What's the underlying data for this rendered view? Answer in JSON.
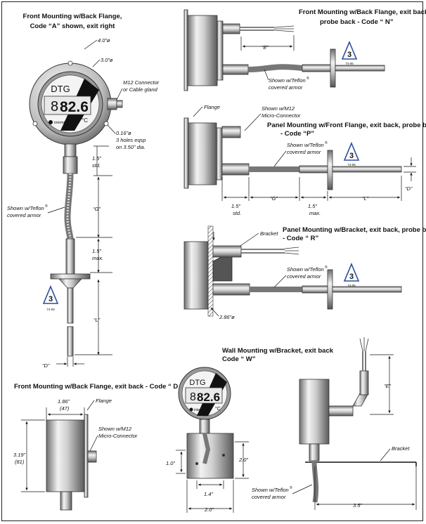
{
  "sections": {
    "a": {
      "title_1": "Front Mounting w/Back Flange,",
      "title_2": "Code “A” shown, exit right"
    },
    "n": {
      "title_1": "Front Mounting w/Back Flange, exit back,",
      "title_2": "probe back - Code “ N”"
    },
    "p": {
      "title_1": "Panel Mounting w/Front Flange, exit back, probe back",
      "title_2": "- Code “P”"
    },
    "r": {
      "title_1": "Panel Mounting w/Bracket, exit back, probe back",
      "title_2": "- Code “ R”"
    },
    "d": {
      "title_1": "Front Mounting w/Back Flange, exit back - Code “ D ”"
    },
    "w": {
      "title_1": "Wall Mounting w/Bracket, exit back",
      "title_2": "Code “ W”"
    }
  },
  "gauge": {
    "brand": "DTG",
    "reading": "82.6",
    "digit_ghost": "8",
    "unit": "°C",
    "maker": "intempco"
  },
  "labels": {
    "dia_4": "4.0”ø",
    "dia_3": "3.0”ø",
    "m12_1": "M12 Connector",
    "m12_2": "or Cable gland",
    "holes_1": "0.16”ø",
    "holes_2": "3 holes eqsp",
    "holes_3": "on 3.50” dia.",
    "std_val": "1.5”",
    "std_word": "std.",
    "max_val": "1.5”",
    "max_word": "max.",
    "g": "“G”",
    "l": "“L”",
    "d": "“D”",
    "e": "“E”",
    "armor_1": "Shown w/Teflon",
    "armor_reg": "®",
    "armor_2": "covered armor",
    "flange": "Flange",
    "micro_1": "Shown w/M12",
    "micro_2": "Micro-Connector",
    "bracket": "Bracket",
    "dia_286": "2.86”ø",
    "w_186": "1.86”",
    "w_47": "(47)",
    "h_319": "3.19”",
    "h_81": "(81)",
    "dim_10": "1.0”",
    "dim_20v": "2.0”",
    "dim_14": "1.4”",
    "dim_20h": "2.0”",
    "dim_35": "3.5”",
    "logo_num": "3",
    "logo_code": "74-06"
  }
}
